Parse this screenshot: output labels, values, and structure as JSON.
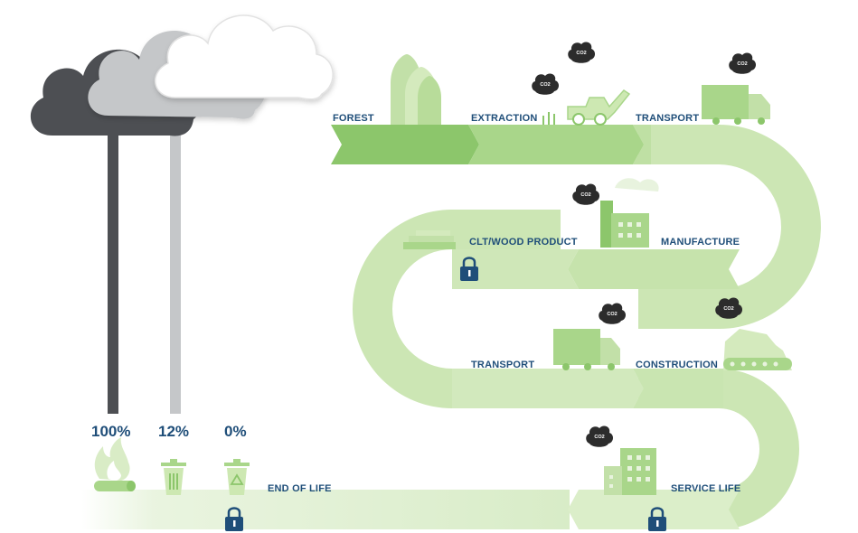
{
  "diagram": {
    "stages": {
      "forest": "FOREST",
      "extraction": "EXTRACTION",
      "transport_1": "TRANSPORT",
      "manufacture": "MANUFACTURE",
      "wood_product": "CLT/WOOD PRODUCT",
      "transport_2": "TRANSPORT",
      "construction": "CONSTRUCTION",
      "service_life": "SERVICE LIFE",
      "end_of_life": "END OF LIFE"
    },
    "emission_badge": "CO2",
    "end_of_life_options": [
      {
        "value": "100%",
        "icon": "fire-icon"
      },
      {
        "value": "12%",
        "icon": "landfill-bin-icon"
      },
      {
        "value": "0%",
        "icon": "recycle-bin-icon"
      }
    ],
    "colors": {
      "road": "#cce6b4",
      "road_dark": "#8cc66b",
      "label": "#1f4e79",
      "lock": "#1f4e79",
      "cloud_dark": "#4d4f53",
      "cloud_mid": "#c5c7c9",
      "cloud_light": "#ffffff",
      "smoke": "#2c2c2c"
    }
  }
}
